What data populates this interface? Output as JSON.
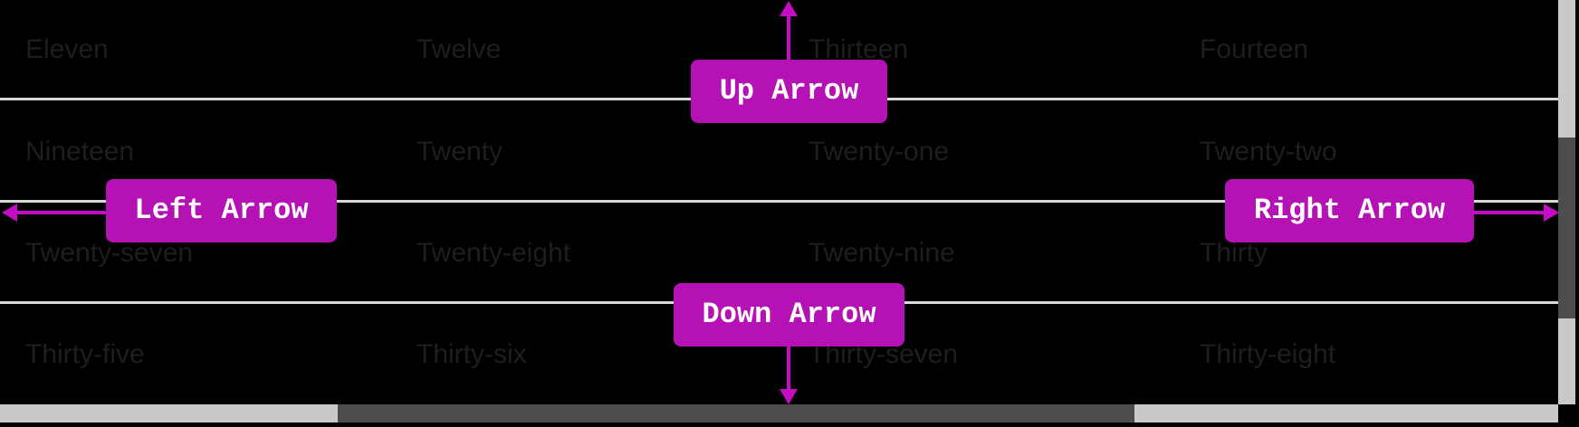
{
  "theme": {
    "background": "#000000",
    "accent": "#b412b4",
    "arrow": "#c50cc5",
    "label_text": "#ffffff",
    "cell_text": "#1e1e21",
    "divider": "#d8d8d8",
    "scrollbar_track": "#c9c9c9",
    "scrollbar_thumb": "#4d4d4d"
  },
  "grid": {
    "rows": [
      {
        "cells": [
          "Eleven",
          "Twelve",
          "Thirteen",
          "Fourteen"
        ]
      },
      {
        "cells": [
          "Nineteen",
          "Twenty",
          "Twenty-one",
          "Twenty-two"
        ]
      },
      {
        "cells": [
          "Twenty-seven",
          "Twenty-eight",
          "Twenty-nine",
          "Thirty"
        ]
      },
      {
        "cells": [
          "Thirty-five",
          "Thirty-six",
          "Thirty-seven",
          "Thirty-eight"
        ]
      }
    ]
  },
  "overlays": {
    "up_label": "Up Arrow",
    "down_label": "Down Arrow",
    "left_label": "Left Arrow",
    "right_label": "Right Arrow"
  }
}
